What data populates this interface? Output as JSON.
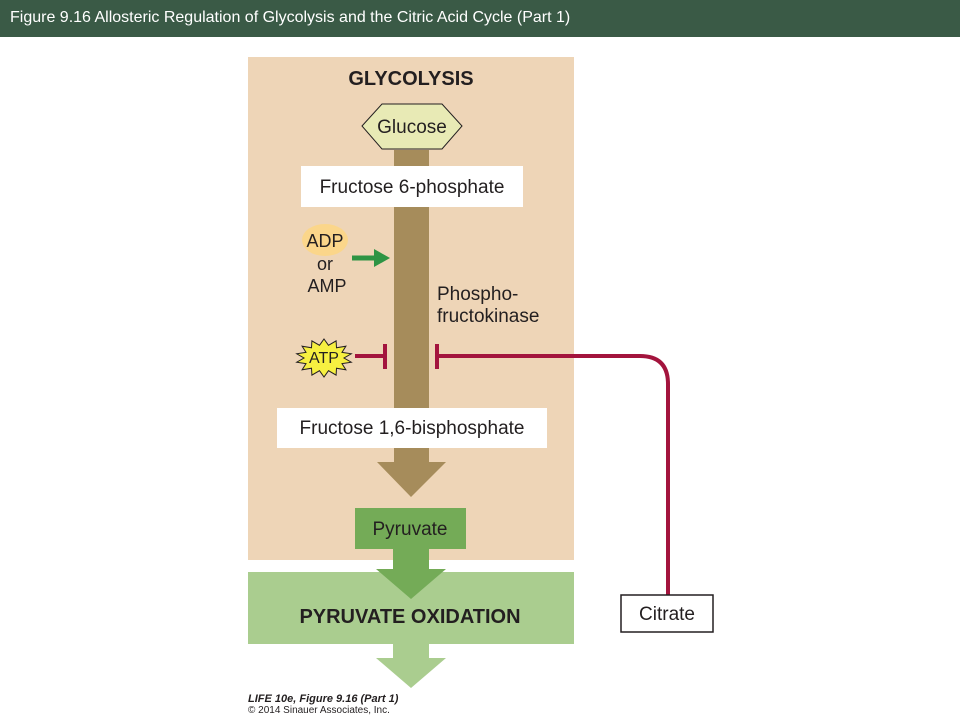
{
  "header": {
    "title": "Figure 9.16  Allosteric Regulation of Glycolysis and the Citric Acid Cycle (Part 1)"
  },
  "diagram": {
    "glycolysis_title": "GLYCOLYSIS",
    "glucose": "Glucose",
    "fructose_6_phosphate": "Fructose 6-phosphate",
    "adp": "ADP",
    "or": "or",
    "amp": "AMP",
    "enzyme_line1": "Phospho-",
    "enzyme_line2": "fructokinase",
    "atp": "ATP",
    "fructose_1_6_bisphosphate": "Fructose 1,6-bisphosphate",
    "pyruvate": "Pyruvate",
    "pyruvate_oxidation": "PYRUVATE OXIDATION",
    "citrate": "Citrate"
  },
  "colors": {
    "header_bg": "#3a5a46",
    "glycolysis_panel": "#eed5b7",
    "oxidation_panel": "#aacd8f",
    "pathway_arrow": "#a68c5b",
    "green_box": "#74ab57",
    "activation_arrow": "#2e9444",
    "inhibition_line": "#a3143d",
    "glucose_hexagon": "#e8eab5",
    "adp_oval": "#fbd68a",
    "atp_star": "#f7f041"
  },
  "credit": {
    "line1": "LIFE 10e, Figure 9.16 (Part 1)",
    "line2": "© 2014 Sinauer Associates, Inc."
  }
}
